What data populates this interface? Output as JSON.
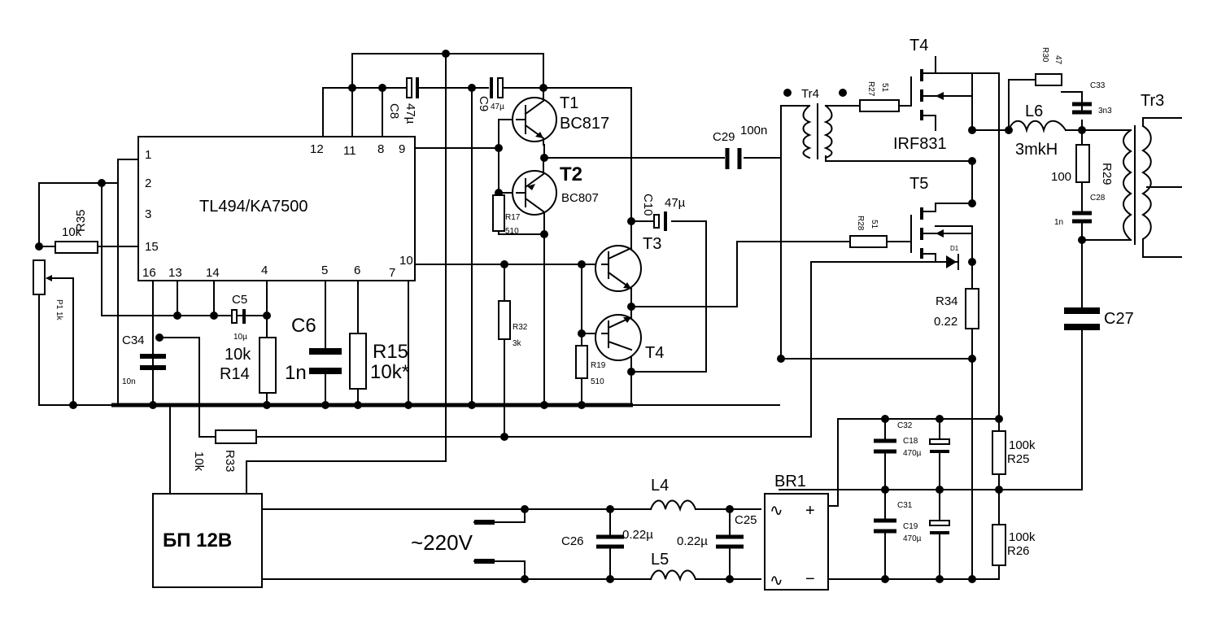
{
  "ic": {
    "name": "TL494/KA7500",
    "pins": {
      "p1": "1",
      "p2": "2",
      "p3": "3",
      "p15": "15",
      "p16": "16",
      "p13": "13",
      "p14": "14",
      "p4": "4",
      "p5": "5",
      "p6": "6",
      "p7": "7",
      "p10": "10",
      "p12": "12",
      "p11": "11",
      "p8": "8",
      "p9": "9"
    }
  },
  "transistors": {
    "t1": {
      "label": "T1",
      "model": "BC817"
    },
    "t2": {
      "label": "T2",
      "model": "BC807"
    },
    "t3": {
      "label": "T3"
    },
    "t4l": {
      "label": "T4"
    },
    "t4m": {
      "label": "T4"
    },
    "t5": {
      "label": "T5"
    },
    "mosfet_model": "IRF831"
  },
  "resistors": {
    "r35": {
      "label": "R35",
      "value": "10k"
    },
    "p1": {
      "label": "P1 1k"
    },
    "r14": {
      "label": "R14",
      "value": "10k"
    },
    "r15": {
      "label": "R15",
      "value": "10k*"
    },
    "r17": {
      "label": "R17",
      "value": "510"
    },
    "r32": {
      "label": "R32",
      "value": "3k"
    },
    "r19": {
      "label": "R19",
      "value": "510"
    },
    "r33": {
      "label": "R33",
      "value": "10k"
    },
    "r27": {
      "label": "R27",
      "value": "51"
    },
    "r28": {
      "label": "R28",
      "value": "51"
    },
    "r34": {
      "label": "R34",
      "value": "0.22"
    },
    "r30": {
      "label": "R30",
      "value": "47"
    },
    "r29": {
      "label": "R29",
      "value": "100"
    },
    "r25": {
      "label": "R25",
      "value": "100k"
    },
    "r26": {
      "label": "R26",
      "value": "100k"
    }
  },
  "capacitors": {
    "c8": {
      "label": "C8",
      "value": "47µ"
    },
    "c9": {
      "label": "C9",
      "value": "47µ"
    },
    "c5": {
      "label": "C5",
      "value": "10µ"
    },
    "c6": {
      "label": "C6",
      "value": "1n"
    },
    "c34": {
      "label": "C34",
      "value": "10n"
    },
    "c10": {
      "label": "C10",
      "value": "47µ"
    },
    "c29": {
      "label": "C29",
      "value": "100n"
    },
    "c33": {
      "label": "C33",
      "value": "3n3"
    },
    "c28": {
      "label": "C28",
      "value": "1n"
    },
    "c27": {
      "label": "C27"
    },
    "c32": {
      "label": "C32"
    },
    "c18": {
      "label": "C18",
      "value": "470µ"
    },
    "c31": {
      "label": "C31"
    },
    "c19": {
      "label": "C19",
      "value": "470µ"
    },
    "c26": {
      "label": "C26",
      "value": "0.22µ"
    },
    "c25": {
      "label": "C25",
      "value": "0.22µ"
    }
  },
  "inductors": {
    "l6": {
      "label": "L6",
      "value": "3mkH"
    },
    "l4": {
      "label": "L4"
    },
    "l5": {
      "label": "L5"
    }
  },
  "transformers": {
    "tr4": "Tr4",
    "tr3": "Tr3"
  },
  "diode": {
    "label": "D1"
  },
  "bridge": {
    "label": "BR1",
    "plus": "+",
    "minus": "−",
    "ac": "∿"
  },
  "psu": {
    "label": "БП 12В"
  },
  "mains": {
    "label": "~220V"
  }
}
